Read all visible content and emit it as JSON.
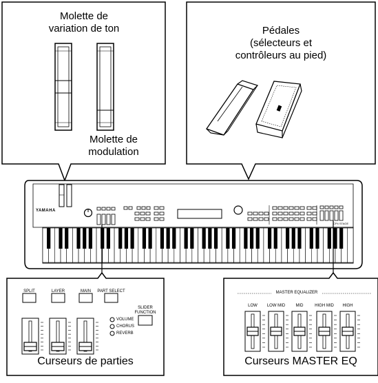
{
  "callouts": {
    "pitch_wheel": "Molette de\nvariation de ton",
    "mod_wheel": "Molette de\nmodulation",
    "pedals": "Pédales\n(sélecteurs et\ncontrôleurs au pied)"
  },
  "keyboard": {
    "brand": "YAMAHA",
    "model": "CP4 STAGE"
  },
  "part_panel": {
    "buttons": [
      "SPLIT",
      "LAYER",
      "MAIN",
      "PART SELECT"
    ],
    "slider_function_label": "SLIDER\nFUNCTION",
    "leds": [
      "VOLUME",
      "CHORUS",
      "REVERB"
    ],
    "caption": "Curseurs de parties"
  },
  "eq_panel": {
    "heading": "MASTER EQUALIZER",
    "bands": [
      "LOW",
      "LOW MID",
      "MID",
      "HIGH MID",
      "HIGH"
    ],
    "caption": "Curseurs MASTER EQ"
  }
}
